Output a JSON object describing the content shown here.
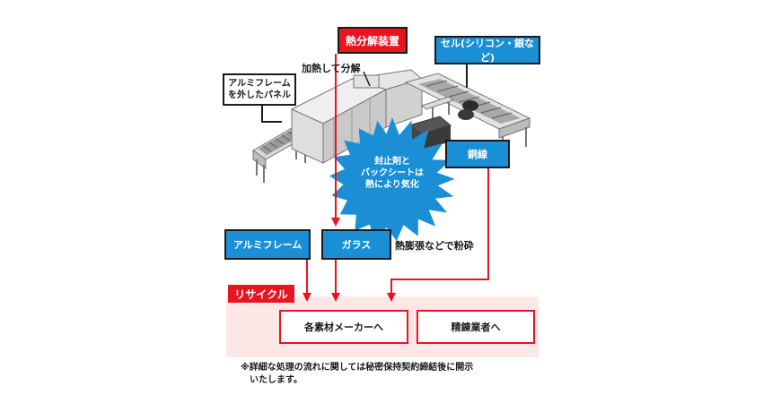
{
  "labels": {
    "decomposer": "熱分解装置",
    "cell": "セル(シリコン・銀など)",
    "aluminium_panel_line1": "アルミフレーム",
    "aluminium_panel_line2": "を外したパネル",
    "heat_decompose": "加熱して分解",
    "copper_wire": "銅線",
    "burst_line1": "封止剤と",
    "burst_line2": "バックシートは",
    "burst_line3": "熱により気化",
    "aluminium_frame": "アルミフレーム",
    "glass": "ガラス",
    "crush_note": "熱膨張などで粉砕",
    "recycle": "リサイクル",
    "maker": "各素材メーカーへ",
    "refiner": "精錬業者へ",
    "footnote_line1": "※詳細な処理の流れに関しては秘密保持契約締結後に開示",
    "footnote_line2": "いたします。"
  },
  "colors": {
    "accent_blue": "#1a8fd6",
    "accent_red": "#e8141f",
    "recycle_band": "#fbe7e6",
    "machine_gray": "#d9d9d9"
  }
}
